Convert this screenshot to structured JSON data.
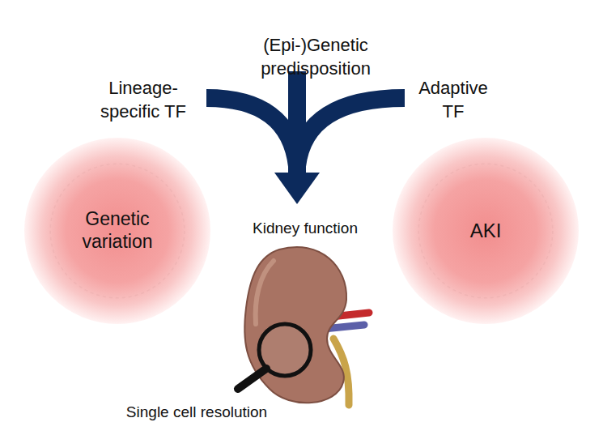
{
  "diagram": {
    "nodes": [
      {
        "text": [
          "Genetic variation"
        ]
      },
      {
        "text": [
          "AKI"
        ]
      }
    ],
    "labels": [
      "(Epi-)Genetic predisposition",
      "Lineage-specific TF",
      "Adaptive TF",
      "Kidney function",
      "Single cell resolution"
    ]
  }
}
